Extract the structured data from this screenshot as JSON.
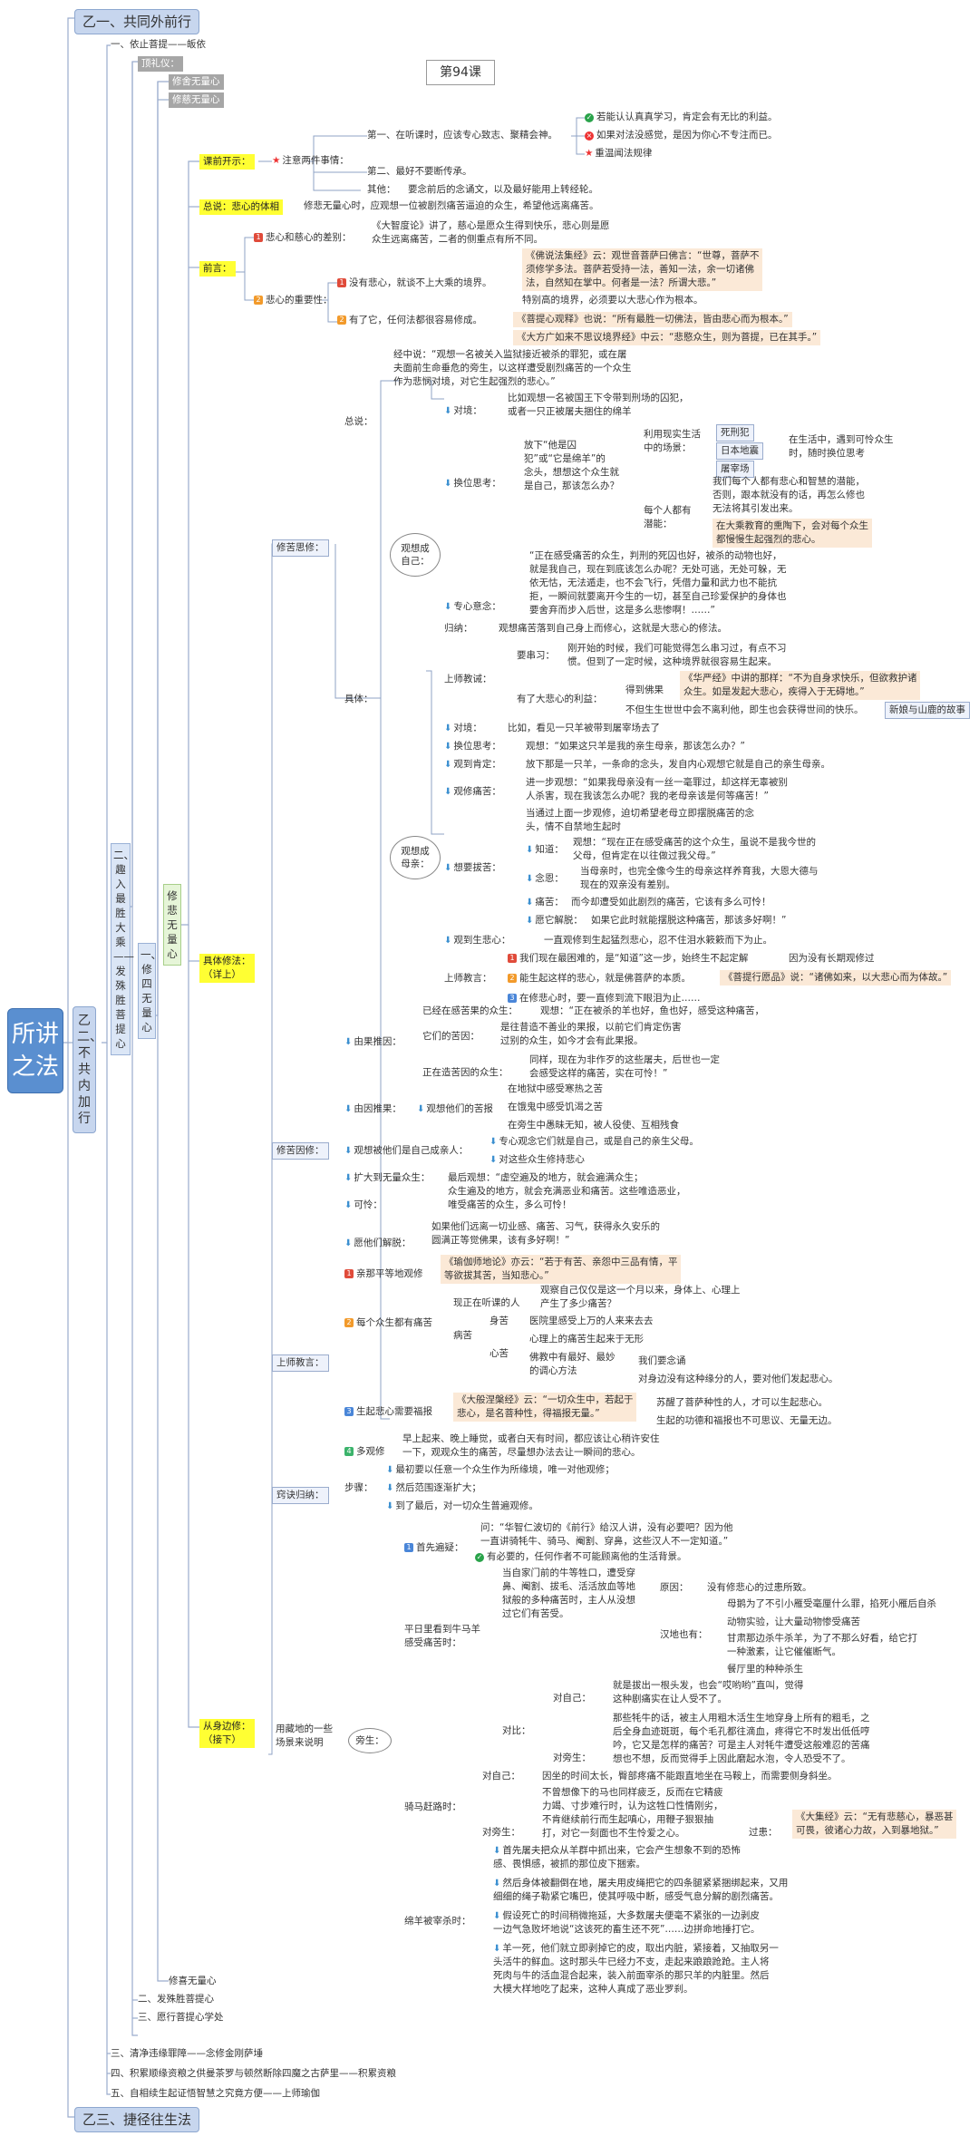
{
  "root": {
    "label": "所讲之法"
  },
  "lesson": "第94课",
  "branches": {
    "top": "乙一、共同外前行",
    "middle": "乙二、不共内加行",
    "bottom": "乙三、捷径往生法"
  },
  "level2": {
    "v1": "一、修四无量心",
    "v2": "二、趣入最胜大乘——发殊胜菩提心",
    "v3": "修悲无量心",
    "top_items": [
      "一、依止菩提——皈依",
      "顶礼仪："
    ],
    "sub_top": [
      "修舍无量心",
      "修慈无量心"
    ],
    "bottom_items": [
      "修喜无量心",
      "二、发殊胜菩提心",
      "三、愿行菩提心学处"
    ],
    "tail": [
      "三、清净违缘罪障——念修金刚萨埵",
      "四、积累顺缘资粮之供曼茶罗与顿然断除四魔之古萨里——积累资粮",
      "五、自相续生起证悟智慧之究竟方便——上师瑜伽"
    ]
  },
  "intro": {
    "head": "课前开示：",
    "star": "注意两件事情：",
    "p1": "第一、在听课时，应该专心致志、聚精会神。",
    "p1a": "若能认认真真学习，肯定会有无比的利益。",
    "p1b": "如果对法没感觉，是因为你心不专注而已。",
    "p1c": "重温闻法规律",
    "p2": "第二、最好不要断传承。",
    "other": "其他：",
    "other_t": "要念前后的念诵文，以及最好能用上转经轮。",
    "summary": "总说：悲心的体相",
    "summary_t": "修悲无量心时，应观想一位被剧烈痛苦逼迫的众生，希望他远离痛苦。"
  },
  "pre": {
    "head": "前言：",
    "d1": "悲心和慈心的差别：",
    "d1t": "《大智度论》讲了，慈心是愿众生得到快乐，悲心则是愿\n众生远离痛苦，二者的侧重点有所不同。",
    "d2": "悲心的重要性：",
    "d2a": "没有悲心，就谈不上大乘的境界。",
    "d2aq": "《佛说法集经》云：观世音菩萨曰佛言：“世尊，菩萨不\n须修学多法。菩萨若受持一法，善知一法，余一切诸佛\n法，自然知在掌中。何者是一法？所谓大悲。”",
    "d2b": "有了它，任何法都很容易修成。",
    "d2b1": "特别高的境界，必须要以大悲心作为根本。",
    "d2b2": "《菩提心观释》也说：“所有最胜一切佛法，皆由悲心而为根本。”",
    "d2b3": "《大方广如来不思议境界经》中云：“悲愍众生，则为菩提，已在其手。”"
  },
  "method": {
    "head": "具体修法：\n（详上）",
    "xiu": "修苦思修：",
    "zongshuo": "总说：",
    "zongshuo_t": "经中说：“观想一名被关入监狱接近被杀的罪犯，或在屠\n夫面前生命垂危的旁生，以这样遭受剧烈痛苦的一个众生\n作为悲悯对境，对它生起强烈的悲心。”",
    "juti": "具体：",
    "c1": "观想成\n自己：",
    "c2": "观想成\n母亲：",
    "duijing": "对境：",
    "duijing_t": "比如观想一名被国王下令带到刑场的囚犯，\n或者一只正被屠夫捆住的绵羊",
    "huanwei": "换位思考：",
    "huanwei_t": "放下“他是囚\n犯”或“它是绵羊”的\n念头，想想这个众生就\n是自己，那该怎么办？",
    "liyong": "利用现实生活\n中的场景：",
    "scenes": [
      "死刑犯",
      "日本地震",
      "屠宰场"
    ],
    "scene_t": "在生活中，遇到可怜众生\n时，随时换位思考",
    "meigeren": "每个人都有\n潜能：",
    "meigeren_a": "我们每个人都有悲心和智慧的潜能，\n否则，跟本就没有的话，再怎么修也\n无法将其引发出来。",
    "meigeren_b": "在大乘教育的熏陶下，会对每个众生\n都慢慢生起强烈的悲心。",
    "zhuanxin": "专心意念：",
    "zhuanxin_t": "“正在感受痛苦的众生，判刑的死囚也好，被杀的动物也好，\n就是我自己，现在到底该怎么办呢？无处可逃，无处可躲，无\n依无怙，无法遁走，也不会飞行，凭借力量和武力也不能抗\n拒，一瞬间就要离开今生的一切，甚至自己珍爱保护的身体也\n要舍弃而步入后世，这是多么悲惨啊！……”",
    "guina": "归纳：",
    "guina_t": "观想痛苦落到自己身上而修心，这就是大悲心的修法。",
    "shangshi": "上师教诫：",
    "yaoqiu": "要串习：",
    "yaoqiu_t": "刚开始的时候，我们可能觉得怎么串习过，有点不习\n惯。但到了一定时候，这种境界就很容易生起来。",
    "youle": "有了大悲心的利益：",
    "dedao": "得到佛果",
    "huayan": "《华严经》中讲的那样：“不为自身求快乐，但欲救护诸\n众生。如是发起大悲心，疾得入于无碍地。”",
    "buzhi": "不但生生世世中会不离利他，即生也会获得世间的快乐。",
    "xinjuan": "新娘与山鹿的故事",
    "m_duijing": "对境：",
    "m_duijing_t": "比如，看见一只羊被带到屠宰场去了",
    "m_huanwei": "换位思考：",
    "m_huanwei_t": "观想：“如果这只羊是我的亲生母亲，那该怎么办？”",
    "m_guancha": "观到肯定：",
    "m_guancha_t": "放下那是一只羊，一条命的念头，发自内心观想它就是自己的亲生母亲。",
    "m_tongku": "观修痛苦：",
    "m_tongku_t": "进一步观想：“如果我母亲没有一丝一毫罪过，却这样无辜被别\n人杀害，现在我该怎么办呢？我的老母亲该是何等痛苦！”",
    "m_dangxiang": "当通过上面一步观修，迫切希望老母立即摆脱痛苦的念\n头，情不自禁地生起时",
    "m_xiang": "想要拔苦：",
    "m_zhidao": "知道：",
    "m_zhidao_t": "观想：“现在正在感受痛苦的这个众生，虽说不是我今世的\n父母，但肯定在以往做过我父母。”",
    "m_nian": "念恩：",
    "m_nian_t": "当母亲时，也完全像今生的母亲这样养育我，大恩大德与\n现在的双亲没有差别。",
    "m_tongku2": "痛苦：",
    "m_tongku2_t": "而今却遭受如此剧烈的痛苦，它该有多么可怜！",
    "m_yuan": "愿它解脱：",
    "m_yuan_t": "如果它此时就能摆脱这种痛苦，那该多好啊！”",
    "m_guanxiu": "观到生悲心：",
    "m_guanxiu_t": "一直观修到生起猛烈悲心，忍不住泪水簌簌而下为止。",
    "m_shangshi": "上师教言：",
    "m_s1": "我们现在最困难的，是“知道”这一步，始终生不起定解",
    "m_s1b": "因为没有长期观修过",
    "m_s2": "能生起这样的悲心，就是佛菩萨的本质。",
    "m_s2b": "《菩提行愿品》说：“诸佛如来，以大悲心而为体故。”",
    "m_s3": "在修悲心时，要一直修到流下眼泪为止……",
    "xiukuyin": "修苦因修：",
    "youlai": "由果推因：",
    "youlai_a": "已经在感苦果的众生：",
    "youlai_at": "观想：“正在被杀的羊也好，鱼也好，感受这种痛苦，",
    "youlai_b": "它们的苦因：",
    "youlai_bt": "是往昔造不善业的果报，以前它们肯定伤害\n过别的众生，如今才会有此果报。",
    "youlai_c": "正在造苦因的众生：",
    "youlai_ct": "同样，现在为非作歹的这些屠夫，后世也一定\n会感受这样的痛苦，实在可怜！”",
    "youyin": "由因推果：",
    "youyin_a": "观想他们的苦报",
    "youyin_list": [
      "在地狱中感受寒热之苦",
      "在饿鬼中感受饥渴之苦",
      "在旁生中愚昧无知，被人役使、互相残食"
    ],
    "guanxiang": "观想被他们是自己成亲人：",
    "guanxiang_a": "专心观念它们就是自己，或是自己的亲生父母。",
    "guanxiang_b": "对这些众生修持悲心",
    "kuoda": "扩大到无量众生：",
    "kuoda_t": "最后观想：“虚空遍及的地方，就会遍满众生；\n众生遍及的地方，就会充满恶业和痛苦。这些唯造恶业，\n唯受痛苦的众生，多么可怜！",
    "kelian": "可怜：",
    "yuan": "愿他们解脱：",
    "yuan_t": "如果他们远离一切业感、痛苦、习气，获得永久安乐的\n圆满正等觉佛果，该有多好啊！”",
    "shangshijy": "上师教言：",
    "sj1": "亲那平等地观修",
    "sj1t": "《瑜伽师地论》亦云：“若于有苦、亲怨中三品有情，平\n等欲拔其苦，当知悲心。”",
    "sj2": "每个众生都有痛苦",
    "sj2a": "观察自己仅仅是这一个月以来，身体上、心理上\n产生了多少痛苦？",
    "sj2b": "现正在听课的人",
    "sj2c": "病苦",
    "sj2d": "身苦",
    "sj2dt": "医院里感受上万的人来来去去",
    "sj2e": "心苦",
    "sj2et": "心理上的痛苦生起来于无形",
    "sj2f": "佛教中有最好、最妙\n的调心方法",
    "sj2ft": "我们要念诵",
    "sj2g": "对身边没有这种缘分的人，要对他们发起悲心。",
    "sj3": "生起悲心需要福报",
    "sj3a": "《大般涅槃经》云：“一切众生中，若起于\n悲心，是名菩种性，得福报无量。”",
    "sj3b": "苏醒了菩萨种性的人，才可以生起悲心。",
    "sj3c": "生起的功德和福报也不可思议、无量无边。",
    "sj4": "多观修",
    "sj4t": "早上起来、晚上睡觉，或者白天有时间，都应该让心稍许安住\n一下，观观众生的痛苦，尽量想办法去让一瞬间的悲心。",
    "jueyao": "窍诀归纳：",
    "buzhou": "步骤：",
    "bz": [
      "最初要以任意一个众生作为所缘境，唯一对他观修；",
      "然后范围逐渐扩大；",
      "到了最后，对一切众生普遍观修。"
    ]
  },
  "lesson2": {
    "head": "从身边修：\n（接下）",
    "sub": "用藏地的一些\n场景来说明",
    "pang": "旁生：",
    "p1": "首先遍疑：",
    "p1q": "问：“华智仁波切的《前行》给汉人讲，没有必要吧？因为他\n一直讲骑牦牛、骑马、阉割、穿鼻，这些汉人不一定知道。”",
    "p1a": "有必要的，任何作者不可能顾离他的生活背景。",
    "p2": "平日里看到牛马羊\n感受痛苦时：",
    "p2t": "当自家门前的牛等牲口，遭受穿\n鼻、阉割、拔毛、活活放血等地\n狱般的多种痛苦时，主人从没想\n过它们有苦受。",
    "p2y": "原因：",
    "p2yt": "没有修悲心的过患所致。",
    "hd": "汉地也有：",
    "hd_list": [
      "母鹅为了不引小雁受毫厘什么罪，掐死小雁后自杀",
      "动物实验，让大量动物惨受痛苦",
      "甘肃那边杀牛杀羊，为了不那么好看，给它打\n一种激素，让它催催断气。",
      "餐厅里的种种杀生"
    ],
    "duibi": "对比：",
    "dz": "对自己：",
    "dzt": "就是拔出一根头发，也会“哎哟哟”直叫，觉得\n这种剧痛实在让人受不了。",
    "dp": "对旁生：",
    "dpt": "那些牦牛的话，被主人用粗木活生生地穿身上所有的粗毛，之\n后全身血迹斑斑，每个毛孔都往滴血，疼得它不时发出低低哼\n吟，它又是怎样的痛苦？可是主人对牦牛遭受这般难忍的苦痛\n想也不想，反而觉得手上因此磨起水泡，令人恐受不了。",
    "qm": "骑马赶路时：",
    "qmz": "对自己：",
    "qmzt": "因坐的时间太长，臀部疼痛不能跟直地坐在马鞍上，而需要侧身斜坐。",
    "qmp": "对旁生：",
    "qmpt": "不曾想像下的马也同样疲乏，反而在它精疲\n力竭、寸步难行时，认为这牲口性情刚劣，\n不肯继续前行而生起嗔心，用鞭子狠狠抽\n打，对它一刻面也不生怜爱之心。",
    "gg": "过患：",
    "ggt": "《大集经》云：“无有悲慈心，暴恶甚\n可畏，彼诸心力故，入到暴地狱。”",
    "mb": "绵羊被宰杀时：",
    "mb_list": [
      "首先屠夫把众从羊群中抓出来，它会产生想象不到的恐怖\n感、畏惧感，被抓的那位皮下捆索。",
      "然后身体被翻倒在地，屠夫用皮绳把它的四条腿紧紧捆绑起来，又用\n细细的绳子勒紧它嘴巴，使其呼吸中断，感受气息分解的剧烈痛苦。",
      "假设死亡的时间稍微拖延，大多数屠夫便毫不紧张的一边剥皮\n一边气急败坏地说“这该死的畜生还不死”……边拼命地捶打它。",
      "羊一死，他们就立即剥掉它的皮，取出内脏，紧接着，又抽取另一\n头活牛的鲜血。这时那头牛已经力不支，走起来踉踉跄跄。主人将\n死肉与牛的活血混合起来，装入前面宰杀的那只羊的内脏里。然后\n大模大样地吃了起来，这种人真成了恶业罗刹。"
    ]
  }
}
